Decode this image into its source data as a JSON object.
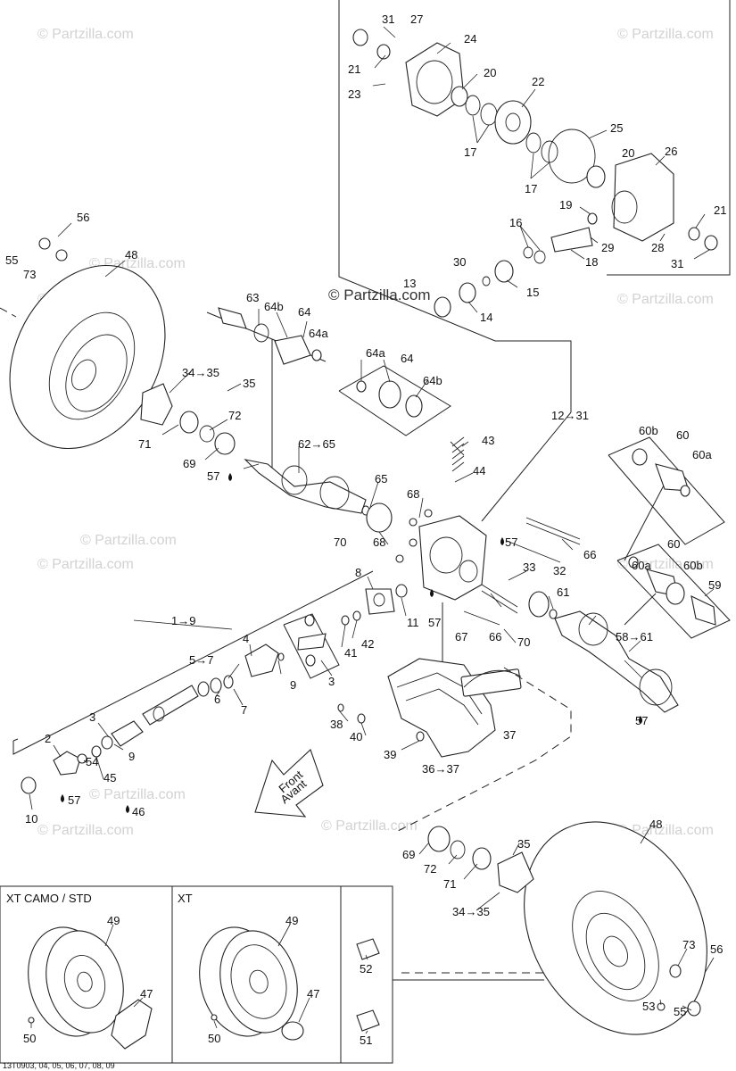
{
  "watermark": "© Partzilla.com",
  "center_watermark": "© Partzilla.com",
  "diagram_code": "13T0903, 04, 05, 06, 07, 08, 09",
  "inset_boxes": [
    {
      "title": "XT CAMO / STD"
    },
    {
      "title": "XT"
    }
  ],
  "front_arrow": {
    "line1": "Front",
    "line2": "Avant"
  },
  "callouts": [
    "31",
    "27",
    "24",
    "21",
    "20",
    "23",
    "22",
    "17",
    "25",
    "20",
    "26",
    "17",
    "19",
    "16",
    "21",
    "29",
    "30",
    "28",
    "18",
    "31",
    "15",
    "14",
    "13",
    "56",
    "55",
    "73",
    "48",
    "63",
    "64b",
    "64",
    "64a",
    "34→35",
    "35",
    "72",
    "71",
    "69",
    "57",
    "64a",
    "64",
    "64b",
    "62→65",
    "12→31",
    "43",
    "44",
    "65",
    "68",
    "60b",
    "60",
    "60a",
    "70",
    "68",
    "57",
    "66",
    "60a",
    "60",
    "60b",
    "33",
    "32",
    "59",
    "8",
    "1→9",
    "11",
    "61",
    "4",
    "57",
    "42",
    "67",
    "66",
    "70",
    "58→61",
    "5→7",
    "41",
    "9",
    "3",
    "6",
    "7",
    "3",
    "38",
    "37",
    "40",
    "2",
    "9",
    "54",
    "45",
    "39",
    "36→37",
    "57",
    "10",
    "57",
    "46",
    "48",
    "35",
    "69",
    "72",
    "71",
    "34→35",
    "49",
    "47",
    "52",
    "49",
    "47",
    "73",
    "56",
    "51",
    "53",
    "55",
    "50",
    "50"
  ]
}
